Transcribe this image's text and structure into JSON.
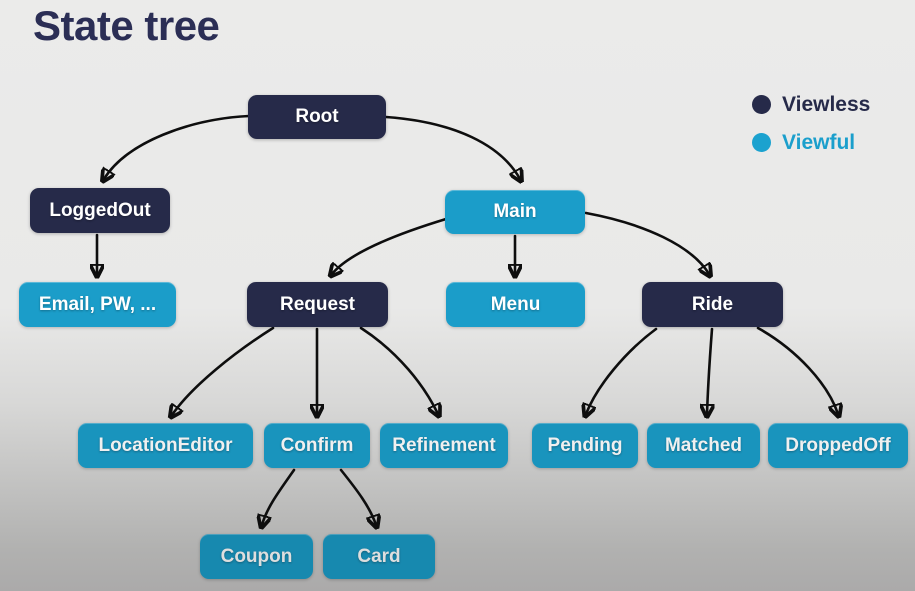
{
  "title": "State tree",
  "legend": {
    "items": [
      {
        "label": "Viewless",
        "color": "#262a49"
      },
      {
        "label": "Viewful",
        "color": "#1ba2cf"
      }
    ]
  },
  "colors": {
    "viewless_node": "#262a49",
    "viewful_node": "#1b9dc9",
    "title_text": "#2b2e55",
    "arrow": "#0e0e0e",
    "background_top": "#e9e9e8",
    "background_bottom": "#abaaaa"
  },
  "nodes": {
    "root": {
      "label": "Root",
      "type": "viewless"
    },
    "loggedout": {
      "label": "LoggedOut",
      "type": "viewless"
    },
    "emailpw": {
      "label": "Email, PW, ...",
      "type": "viewful"
    },
    "main": {
      "label": "Main",
      "type": "viewful"
    },
    "request": {
      "label": "Request",
      "type": "viewless"
    },
    "menu": {
      "label": "Menu",
      "type": "viewful"
    },
    "ride": {
      "label": "Ride",
      "type": "viewless"
    },
    "locationeditor": {
      "label": "LocationEditor",
      "type": "viewful"
    },
    "confirm": {
      "label": "Confirm",
      "type": "viewful"
    },
    "refinement": {
      "label": "Refinement",
      "type": "viewful"
    },
    "pending": {
      "label": "Pending",
      "type": "viewful"
    },
    "matched": {
      "label": "Matched",
      "type": "viewful"
    },
    "droppedoff": {
      "label": "DroppedOff",
      "type": "viewful"
    },
    "coupon": {
      "label": "Coupon",
      "type": "viewful"
    },
    "card": {
      "label": "Card",
      "type": "viewful"
    }
  },
  "edges": [
    {
      "from": "Root",
      "to": "LoggedOut"
    },
    {
      "from": "Root",
      "to": "Main"
    },
    {
      "from": "LoggedOut",
      "to": "Email, PW, ..."
    },
    {
      "from": "Main",
      "to": "Request"
    },
    {
      "from": "Main",
      "to": "Menu"
    },
    {
      "from": "Main",
      "to": "Ride"
    },
    {
      "from": "Request",
      "to": "LocationEditor"
    },
    {
      "from": "Request",
      "to": "Confirm"
    },
    {
      "from": "Request",
      "to": "Refinement"
    },
    {
      "from": "Confirm",
      "to": "Coupon"
    },
    {
      "from": "Confirm",
      "to": "Card"
    },
    {
      "from": "Ride",
      "to": "Pending"
    },
    {
      "from": "Ride",
      "to": "Matched"
    },
    {
      "from": "Ride",
      "to": "DroppedOff"
    }
  ]
}
